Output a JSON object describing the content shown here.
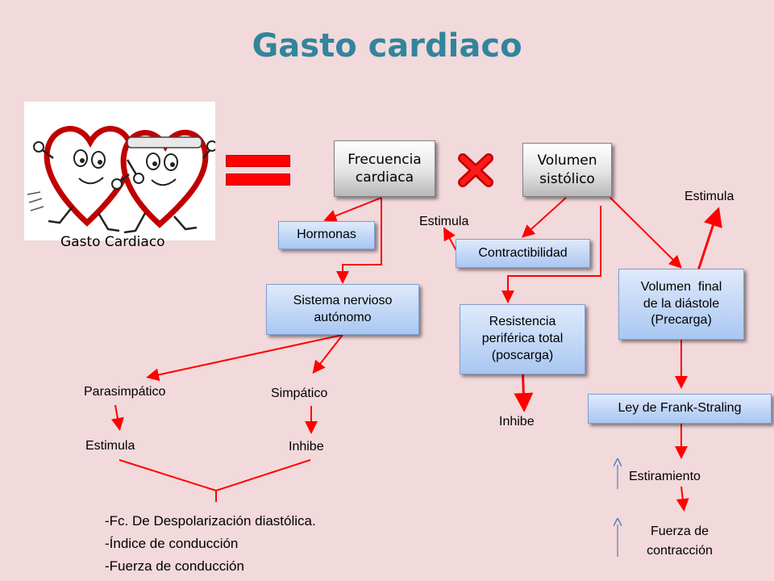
{
  "title": "Gasto cardiaco",
  "image_caption": "Gasto Cardiaco",
  "boxes": {
    "frecuencia": [
      "Frecuencia",
      "cardiaca"
    ],
    "volumen": [
      "Volumen",
      "sistólico"
    ],
    "hormonas": "Hormonas",
    "sna": [
      "Sistema nervioso",
      "autónomo"
    ],
    "contractibilidad": "Contractibilidad",
    "resistencia": [
      "Resistencia",
      "periférica total",
      "(poscarga)"
    ],
    "volumen_final": [
      "Volumen  final",
      "de la diástole",
      "(Precarga)"
    ],
    "frank": "Ley de Frank-Straling"
  },
  "labels": {
    "estimula_contract": "Estimula",
    "estimula_precarga": "Estimula",
    "parasimpatico": "Parasimpático",
    "simpatico": "Simpático",
    "estimula_para": "Estimula",
    "inhibe_simp": "Inhibe",
    "inhibe_resist": "Inhibe",
    "estiramiento": "Estiramiento",
    "fuerza": [
      "Fuerza de",
      "contracción"
    ]
  },
  "effects_list": [
    "-Fc. De Despolarización diastólica.",
    "-Índice de conducción",
    "-Fuerza de conducción"
  ],
  "colors": {
    "background": "#f2d9db",
    "title": "#31859c",
    "arrows": "#ff0000",
    "up_arrows": "#4f81bd"
  }
}
